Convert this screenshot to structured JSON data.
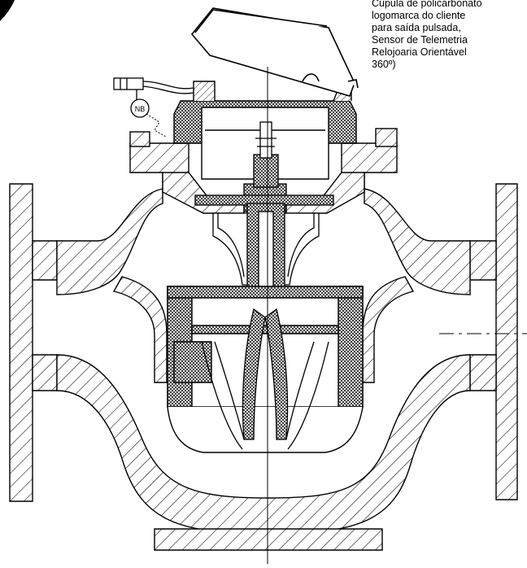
{
  "annotation": {
    "lines": [
      "Cúpula de policarbonato",
      "logomarca do cliente",
      "para saída pulsada,",
      "Sensor de Telemetria",
      "Relojoaria Orientável",
      "360º)"
    ]
  },
  "labels": {
    "seal_tag": "NB"
  },
  "colors": {
    "stroke": "#000000",
    "background": "#ffffff"
  }
}
